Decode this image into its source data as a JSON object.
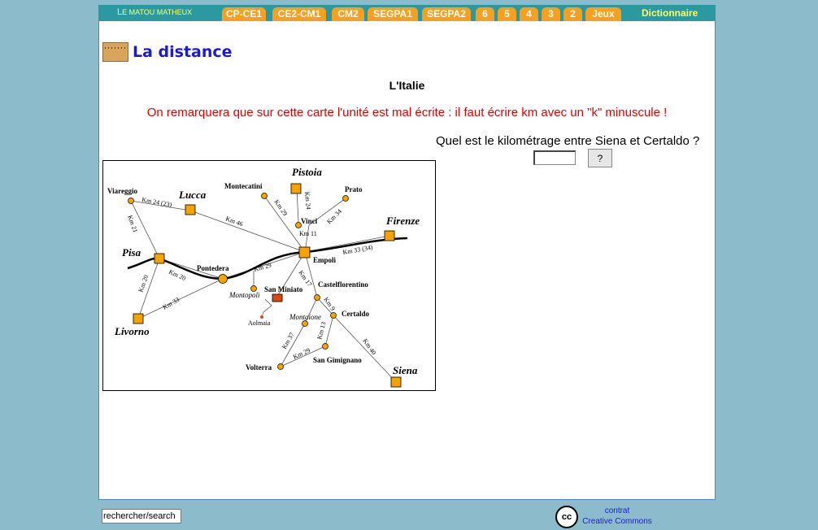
{
  "nav": {
    "brand_prefix": "L",
    "brand_rest": "e Matou matheux",
    "tabs": [
      "CP-CE1",
      "CE2-CM1",
      "CM2",
      "SEGPA1",
      "SEGPA2",
      "6",
      "5",
      "4",
      "3",
      "2",
      "Jeux"
    ],
    "dictionary": "Dictionnaire"
  },
  "page": {
    "title": "La distance",
    "subtitle": "L'Italie",
    "remark": "On remarquera que sur cette carte l'unité est mal écrite : il faut écrire km avec un \"k\" minuscule !",
    "question": "Quel est le kilométrage entre Siena et Certaldo ?",
    "answer_value": "",
    "check_label": "?"
  },
  "map": {
    "cities_major": [
      "Pistoia",
      "Lucca",
      "Firenze",
      "Pisa",
      "Livorno",
      "Siena"
    ],
    "towns": [
      "Viareggio",
      "Montecatini",
      "Prato",
      "Vinci",
      "Empoli",
      "Pontedera",
      "San Miniato",
      "Castelflorentino",
      "Certaldo",
      "Montaione",
      "Montopoli",
      "Aolmaia",
      "San Gimignano",
      "Volterra"
    ],
    "distances": [
      "Km 24 (23)",
      "Km 21",
      "Km 46",
      "Km 29",
      "Km 24",
      "Km 34",
      "Km 11",
      "Km 33 (34)",
      "Km 20",
      "Km 20",
      "Km 29",
      "Km 17",
      "Km 33",
      "Km 9",
      "Km 37",
      "Km 13",
      "Km 29",
      "Km 40"
    ],
    "colors": {
      "marker": "#f5a300",
      "marker_special": "#d94a10",
      "road": "#000000"
    }
  },
  "footer": {
    "search_value": "rechercher/search",
    "cc_icon": "cc",
    "license_line1": "contrat",
    "license_line2": "Creative Commons"
  }
}
